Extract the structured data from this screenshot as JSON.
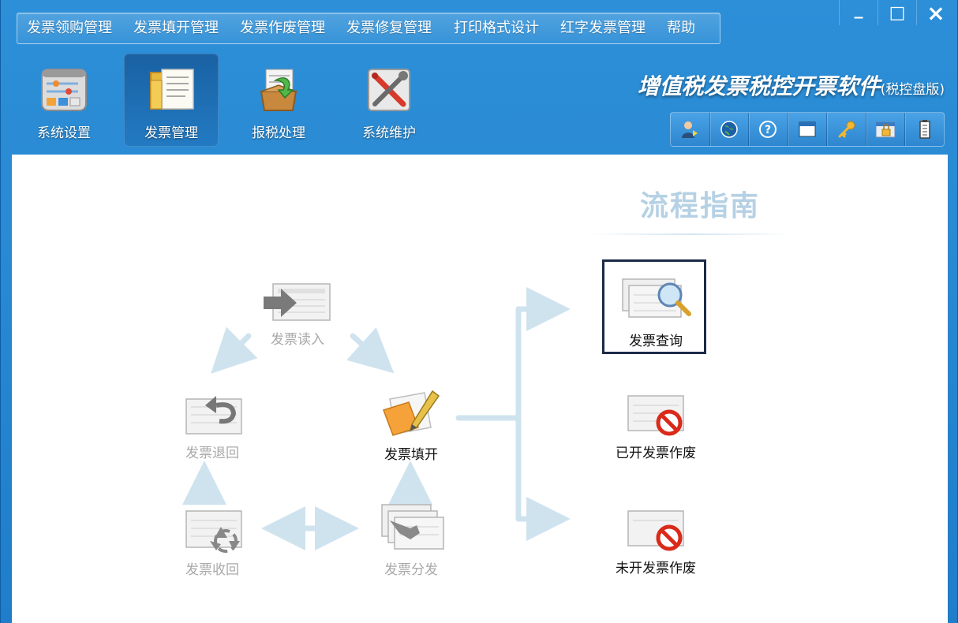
{
  "menu": [
    {
      "label": "发票领购管理"
    },
    {
      "label": "发票填开管理"
    },
    {
      "label": "发票作废管理"
    },
    {
      "label": "发票修复管理"
    },
    {
      "label": "打印格式设计"
    },
    {
      "label": "红字发票管理"
    },
    {
      "label": "帮助"
    }
  ],
  "window_controls": {
    "minimize": "_",
    "maximize": "□",
    "close": "×"
  },
  "toolbar": [
    {
      "label": "系统设置",
      "icon": "settings-panel-icon"
    },
    {
      "label": "发票管理",
      "icon": "invoice-folder-icon",
      "active": true
    },
    {
      "label": "报税处理",
      "icon": "tax-box-icon"
    },
    {
      "label": "系统维护",
      "icon": "tools-icon"
    }
  ],
  "brand": {
    "title": "增值税发票税控开票软件",
    "subtitle": "(税控盘版)"
  },
  "quickbar": [
    "user-icon",
    "globe-icon",
    "help-icon",
    "window-icon",
    "key-icon",
    "lock-icon",
    "battery-icon"
  ],
  "guide": {
    "title": "流程指南",
    "nodes": {
      "read_in": "发票读入",
      "return": "发票退回",
      "recover": "发票收回",
      "fill": "发票填开",
      "distribute": "发票分发",
      "query": "发票查询",
      "void_issued": "已开发票作废",
      "void_unissued": "未开发票作废"
    }
  },
  "colors": {
    "accent": "#2a8ad3",
    "arrow": "#cfe3ef",
    "selection": "#1b2a47"
  }
}
